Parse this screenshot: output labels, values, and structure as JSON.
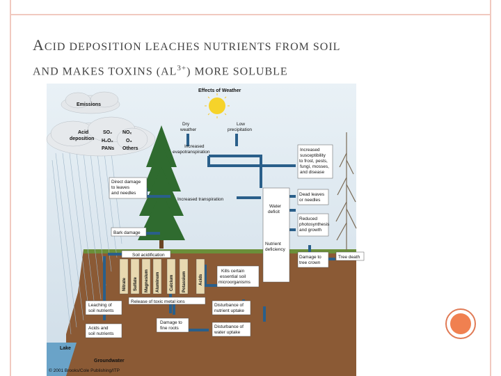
{
  "slide": {
    "title_line1": "Acid deposition leaches nutrients from soil",
    "title_line2_pre": "and makes toxins (Al",
    "title_line2_sup": "3+",
    "title_line2_post": ") more soluble"
  },
  "diagram": {
    "effects_of_weather": "Effects of Weather",
    "emissions": "Emissions",
    "acid_deposition": [
      "Acid",
      "deposition"
    ],
    "pollutants": {
      "so2": "SO₂",
      "nox": "NOₓ",
      "h2o2": "H₂O₂",
      "o3": "O₃",
      "pans": "PANs",
      "others": "Others"
    },
    "dry_weather": [
      "Dry",
      "weather"
    ],
    "low_precipitation": [
      "Low",
      "precipitation"
    ],
    "increased_evapotranspiration": [
      "Increased",
      "evapotranspiration"
    ],
    "increased_susceptibility": [
      "Increased",
      "susceptibility",
      "to frost, pests,",
      "fungi, mosses,",
      "and disease"
    ],
    "direct_damage": [
      "Direct damage",
      "to leaves",
      "and needles"
    ],
    "dead_leaves": [
      "Dead leaves",
      "or needles"
    ],
    "increased_transpiration": "Increased transpiration",
    "water_deficit": [
      "Water",
      "deficit"
    ],
    "reduced_photosynthesis": [
      "Reduced",
      "photosynthesis",
      "and growth"
    ],
    "bark_damage": "Bark damage",
    "nutrient_deficiency": [
      "Nutrient",
      "deficiency"
    ],
    "soil_acidification": "Soil acidification",
    "damage_to_tree": [
      "Damage to",
      "tree crown"
    ],
    "tree_death": "Tree death",
    "nutrients": [
      "Nitrate",
      "Sulfate",
      "Magnesium",
      "Aluminum",
      "Calcium",
      "Potassium",
      "Acids"
    ],
    "kills_microorganisms": [
      "Kills certain",
      "essential soil",
      "microorganisms"
    ],
    "release_toxic_metal": "Release of toxic metal ions",
    "leaching": [
      "Leaching of",
      "soil nutrients"
    ],
    "disturbance_nutrient": [
      "Disturbance of",
      "nutrient uptake"
    ],
    "damage_fine_roots": [
      "Damage to",
      "fine roots"
    ],
    "acids_soil_nutrients": [
      "Acids and",
      "soil nutrients"
    ],
    "disturbance_water": [
      "Disturbance of",
      "water uptake"
    ],
    "lake": "Lake",
    "groundwater": "Groundwater",
    "copyright": "© 2001 Brooks/Cole Publishing/ITP"
  }
}
